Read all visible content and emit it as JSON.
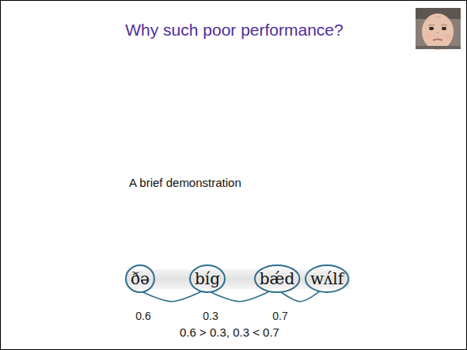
{
  "diagram": {
    "title": "Why such poor performance?",
    "nodes": [
      {
        "text": [
          "ðə"
        ]
      },
      {
        "text": [
          "bíg"
        ]
      },
      {
        "text": [
          "bǽd"
        ]
      },
      {
        "text": [
          "wʌ́lf"
        ]
      }
    ],
    "edges": [
      {
        "from": 0,
        "to": 1,
        "arrow": "none",
        "label": "0.6"
      },
      {
        "from": 1,
        "to": 2,
        "arrow": "none",
        "label": "0.3"
      },
      {
        "from": 2,
        "to": 3,
        "arrow": "none",
        "label": "0.7"
      }
    ],
    "labels": [
      "A brief demonstration",
      "0.6 > 0.3, 0.3 < 0.7"
    ]
  }
}
